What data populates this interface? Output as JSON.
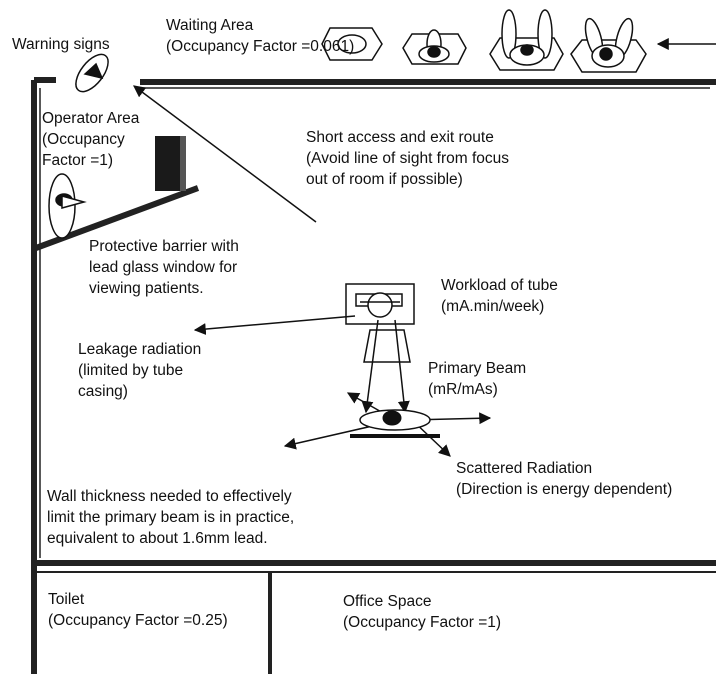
{
  "labels": {
    "waiting_area": "Waiting Area\n(Occupancy Factor =0.061)",
    "warning_signs": "Warning signs",
    "operator_area": "Operator Area\n(Occupancy\nFactor =1)",
    "access_route": "Short access and exit route\n(Avoid line of sight from focus\nout of room if possible)",
    "barrier": "Protective barrier with\nlead glass window for\nviewing patients.",
    "workload": "Workload of tube\n(mA.min/week)",
    "leakage": "Leakage radiation\n(limited by tube\ncasing)",
    "primary_beam": "Primary Beam\n(mR/mAs)",
    "scattered": "Scattered Radiation\n(Direction is energy dependent)",
    "wall": "Wall thickness needed to effectively\nlimit the primary beam is in practice,\nequivalent to about 1.6mm lead.",
    "toilet": "Toilet\n(Occupancy Factor =0.25)",
    "office": "Office Space\n(Occupancy Factor =1)"
  },
  "icons": [
    "person-top-view-icon",
    "warning-sign-icon",
    "xray-tube-icon",
    "patient-table-icon"
  ],
  "colors": {
    "ink": "#111111",
    "wall": "#222222",
    "background": "#ffffff"
  }
}
